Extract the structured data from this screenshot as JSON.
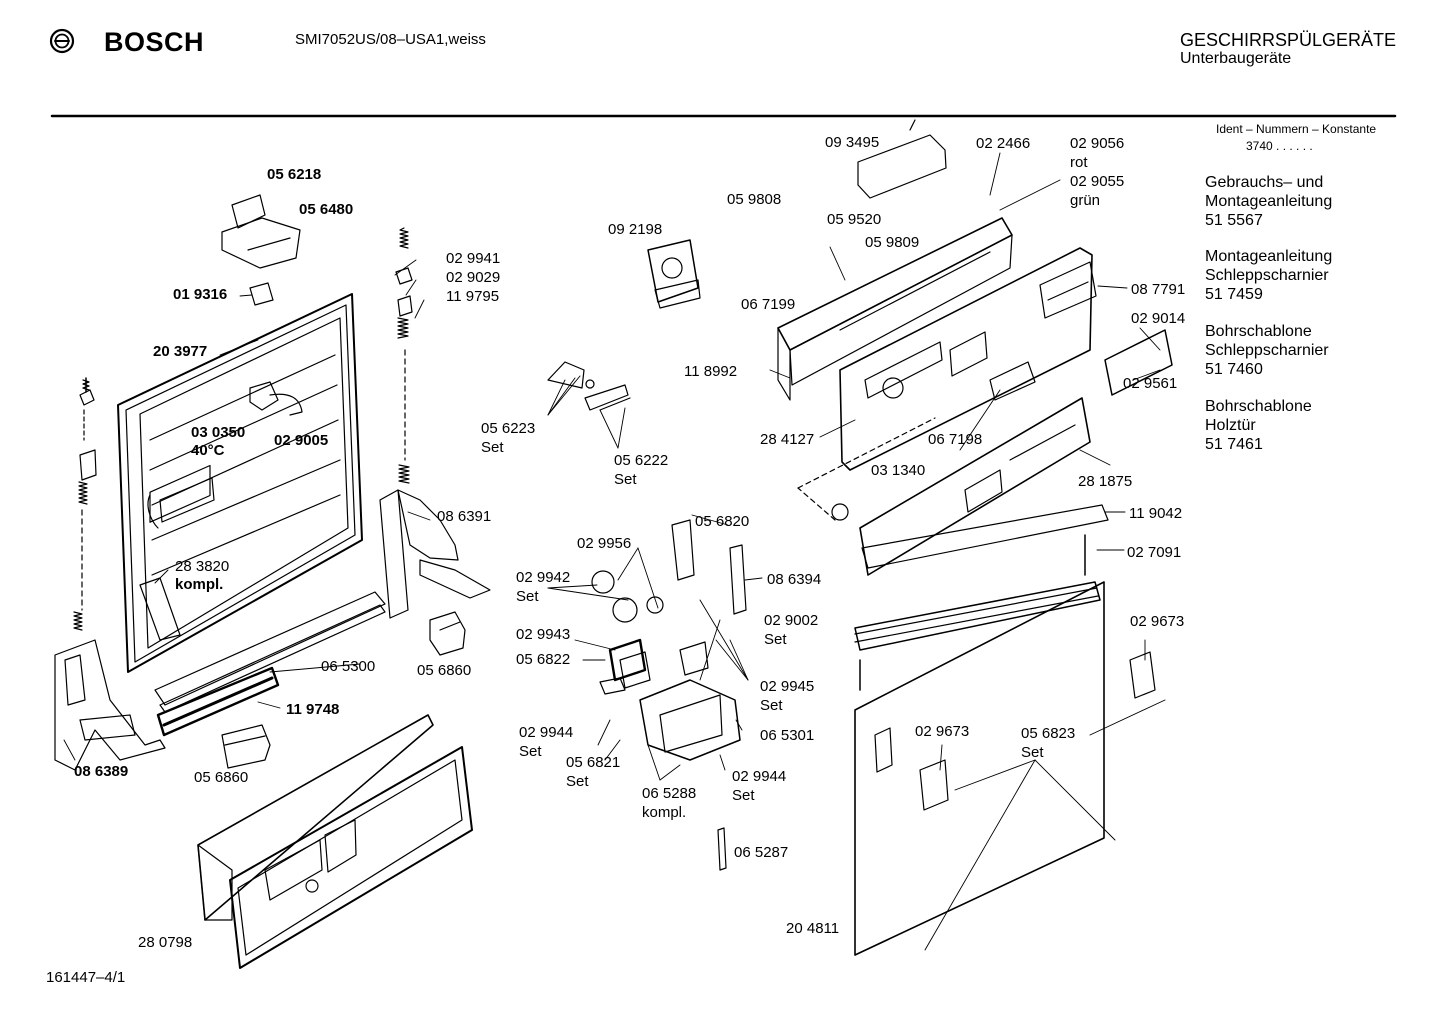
{
  "header": {
    "brand": "BOSCH",
    "model": "SMI7052US/08–USA1,weiss",
    "category_line1": "GESCHIRRSPÜLGERÄTE",
    "category_line2": "Unterbaugeräte",
    "ident_title": "Ident – Nummern – Konstante",
    "ident_value": "3740 . . . . . ."
  },
  "documents": [
    {
      "lines": [
        "Gebrauchs– und",
        "Montageanleitung",
        "51 5567"
      ]
    },
    {
      "lines": [
        "Montageanleitung",
        "Schleppscharnier",
        "51 7459"
      ]
    },
    {
      "lines": [
        "Bohrschablone",
        "Schleppscharnier",
        "51 7460"
      ]
    },
    {
      "lines": [
        "Bohrschablone",
        "Holztür",
        "51 7461"
      ]
    }
  ],
  "footer": {
    "drawing_number": "161447–4/1"
  },
  "parts": [
    {
      "number": "05 6218",
      "bold": true
    },
    {
      "number": "05 6480",
      "bold": true
    },
    {
      "number": "01 9316",
      "bold": true
    },
    {
      "number": "20 3977",
      "bold": true
    },
    {
      "number": "03 0350",
      "bold": true
    },
    {
      "number": "40°C",
      "bold": true
    },
    {
      "number": "02 9005",
      "bold": true
    },
    {
      "number": "02 9941"
    },
    {
      "number": "02 9029"
    },
    {
      "number": "11 9795"
    },
    {
      "number": "28 3820"
    },
    {
      "number": "kompl.",
      "bold": true
    },
    {
      "number": "08 6391"
    },
    {
      "number": "06 5300"
    },
    {
      "number": "11 9748",
      "bold": true
    },
    {
      "number": "05 6860"
    },
    {
      "number": "05 6860"
    },
    {
      "number": "08 6389",
      "bold": true
    },
    {
      "number": "28 0798"
    },
    {
      "number": "09 2198"
    },
    {
      "number": "05 6223"
    },
    {
      "number": "Set"
    },
    {
      "number": "05 6222"
    },
    {
      "number": "Set"
    },
    {
      "number": "09 3495"
    },
    {
      "number": "02 2466"
    },
    {
      "number": "02 9056"
    },
    {
      "number": "rot"
    },
    {
      "number": "02 9055"
    },
    {
      "number": "grün"
    },
    {
      "number": "05 9808"
    },
    {
      "number": "05 9520"
    },
    {
      "number": "05 9809"
    },
    {
      "number": "06 7199"
    },
    {
      "number": "11 8992"
    },
    {
      "number": "08 7791"
    },
    {
      "number": "02 9014"
    },
    {
      "number": "02 9561"
    },
    {
      "number": "28 4127"
    },
    {
      "number": "06 7198"
    },
    {
      "number": "03 1340"
    },
    {
      "number": "28 1875"
    },
    {
      "number": "11 9042"
    },
    {
      "number": "02 7091"
    },
    {
      "number": "05 6820"
    },
    {
      "number": "02 9956"
    },
    {
      "number": "08 6394"
    },
    {
      "number": "02 9942"
    },
    {
      "number": "Set"
    },
    {
      "number": "02 9002"
    },
    {
      "number": "Set"
    },
    {
      "number": "02 9943"
    },
    {
      "number": "05 6822"
    },
    {
      "number": "02 9945"
    },
    {
      "number": "Set"
    },
    {
      "number": "02 9944"
    },
    {
      "number": "Set"
    },
    {
      "number": "05 6821"
    },
    {
      "number": "Set"
    },
    {
      "number": "06 5301"
    },
    {
      "number": "06 5288"
    },
    {
      "number": "kompl."
    },
    {
      "number": "02 9944"
    },
    {
      "number": "Set"
    },
    {
      "number": "06 5287"
    },
    {
      "number": "02 9673"
    },
    {
      "number": "02 9673"
    },
    {
      "number": "05 6823"
    },
    {
      "number": "Set"
    },
    {
      "number": "20 4811"
    }
  ]
}
